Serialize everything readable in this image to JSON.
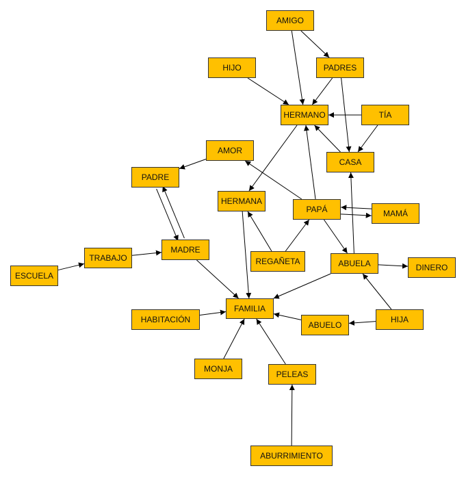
{
  "diagram": {
    "node_color": "#FFC000",
    "edge_color": "#000000",
    "nodes": [
      {
        "id": "amigo",
        "label": "AMIGO"
      },
      {
        "id": "padres",
        "label": "PADRES"
      },
      {
        "id": "hijo",
        "label": "HIJO"
      },
      {
        "id": "hermano",
        "label": "HERMANO"
      },
      {
        "id": "tia",
        "label": "TÍA"
      },
      {
        "id": "amor",
        "label": "AMOR"
      },
      {
        "id": "casa",
        "label": "CASA"
      },
      {
        "id": "padre",
        "label": "PADRE"
      },
      {
        "id": "hermana",
        "label": "HERMANA"
      },
      {
        "id": "papa",
        "label": "PAPÁ"
      },
      {
        "id": "mama",
        "label": "MAMÁ"
      },
      {
        "id": "madre",
        "label": "MADRE"
      },
      {
        "id": "trabajo",
        "label": "TRABAJO"
      },
      {
        "id": "reganeta",
        "label": "REGAÑETA"
      },
      {
        "id": "abuela",
        "label": "ABUELA"
      },
      {
        "id": "dinero",
        "label": "DINERO"
      },
      {
        "id": "escuela",
        "label": "ESCUELA"
      },
      {
        "id": "familia",
        "label": "FAMILIA"
      },
      {
        "id": "habitacion",
        "label": "HABITACIÓN"
      },
      {
        "id": "abuelo",
        "label": "ABUELO"
      },
      {
        "id": "hija",
        "label": "HIJA"
      },
      {
        "id": "monja",
        "label": "MONJA"
      },
      {
        "id": "peleas",
        "label": "PELEAS"
      },
      {
        "id": "aburrimiento",
        "label": "ABURRIMIENTO"
      }
    ],
    "edges": [
      {
        "from": "amigo",
        "to": "padres"
      },
      {
        "from": "amigo",
        "to": "hermano"
      },
      {
        "from": "hijo",
        "to": "hermano"
      },
      {
        "from": "padres",
        "to": "hermano"
      },
      {
        "from": "padres",
        "to": "casa"
      },
      {
        "from": "tia",
        "to": "hermano"
      },
      {
        "from": "tia",
        "to": "casa"
      },
      {
        "from": "casa",
        "to": "hermano"
      },
      {
        "from": "hermano",
        "to": "hermana"
      },
      {
        "from": "amor",
        "to": "padre"
      },
      {
        "from": "padre",
        "to": "madre"
      },
      {
        "from": "madre",
        "to": "padre"
      },
      {
        "from": "papa",
        "to": "amor"
      },
      {
        "from": "papa",
        "to": "hermano"
      },
      {
        "from": "papa",
        "to": "mama"
      },
      {
        "from": "mama",
        "to": "papa"
      },
      {
        "from": "papa",
        "to": "abuela"
      },
      {
        "from": "abuela",
        "to": "casa"
      },
      {
        "from": "reganeta",
        "to": "hermana"
      },
      {
        "from": "reganeta",
        "to": "papa"
      },
      {
        "from": "hermana",
        "to": "familia"
      },
      {
        "from": "madre",
        "to": "familia"
      },
      {
        "from": "escuela",
        "to": "trabajo"
      },
      {
        "from": "trabajo",
        "to": "madre"
      },
      {
        "from": "abuela",
        "to": "dinero"
      },
      {
        "from": "abuela",
        "to": "familia"
      },
      {
        "from": "hija",
        "to": "abuela"
      },
      {
        "from": "hija",
        "to": "abuelo"
      },
      {
        "from": "abuelo",
        "to": "familia"
      },
      {
        "from": "habitacion",
        "to": "familia"
      },
      {
        "from": "monja",
        "to": "familia"
      },
      {
        "from": "peleas",
        "to": "familia"
      },
      {
        "from": "aburrimiento",
        "to": "peleas"
      }
    ]
  }
}
